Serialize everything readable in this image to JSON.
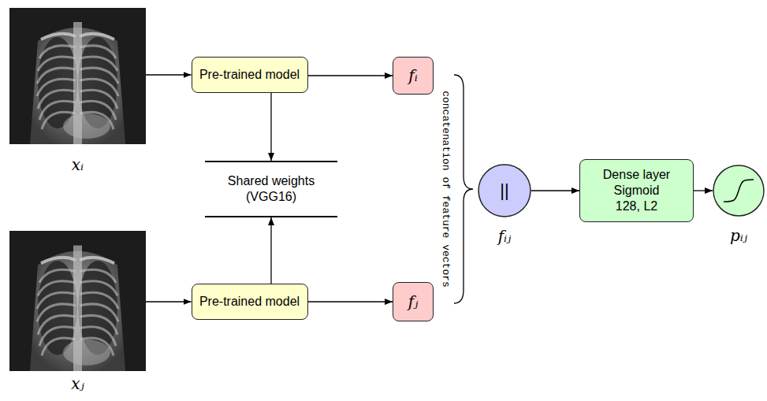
{
  "diagram": {
    "nodes": [
      {
        "text": [
          "xᵢ"
        ]
      },
      {
        "text": [
          "Pre-trained model"
        ]
      },
      {
        "text": [
          "fᵢ"
        ]
      },
      {
        "text": [
          "Shared weights (VGG16)"
        ]
      },
      {
        "text": [
          "xⱼ"
        ]
      },
      {
        "text": [
          "Pre-trained model"
        ]
      },
      {
        "text": [
          "fⱼ"
        ]
      },
      {
        "text": [
          "||",
          "fᵢⱼ"
        ]
      },
      {
        "text": [
          "Dense layer",
          "Sigmoid",
          "128, L2"
        ]
      },
      {
        "text": [
          "pᵢⱼ"
        ]
      }
    ],
    "edges": [
      {
        "from": 0,
        "to": 1,
        "arrow": "to"
      },
      {
        "from": 1,
        "to": 2,
        "arrow": "to"
      },
      {
        "from": 1,
        "to": 3,
        "arrow": "to"
      },
      {
        "from": 4,
        "to": 5,
        "arrow": "to"
      },
      {
        "from": 5,
        "to": 6,
        "arrow": "to"
      },
      {
        "from": 5,
        "to": 3,
        "arrow": "to"
      },
      {
        "from": 7,
        "to": 8,
        "arrow": "to"
      },
      {
        "from": 8,
        "to": 9,
        "arrow": "to"
      }
    ],
    "labels": [
      "concatenation of feature vectors"
    ]
  }
}
